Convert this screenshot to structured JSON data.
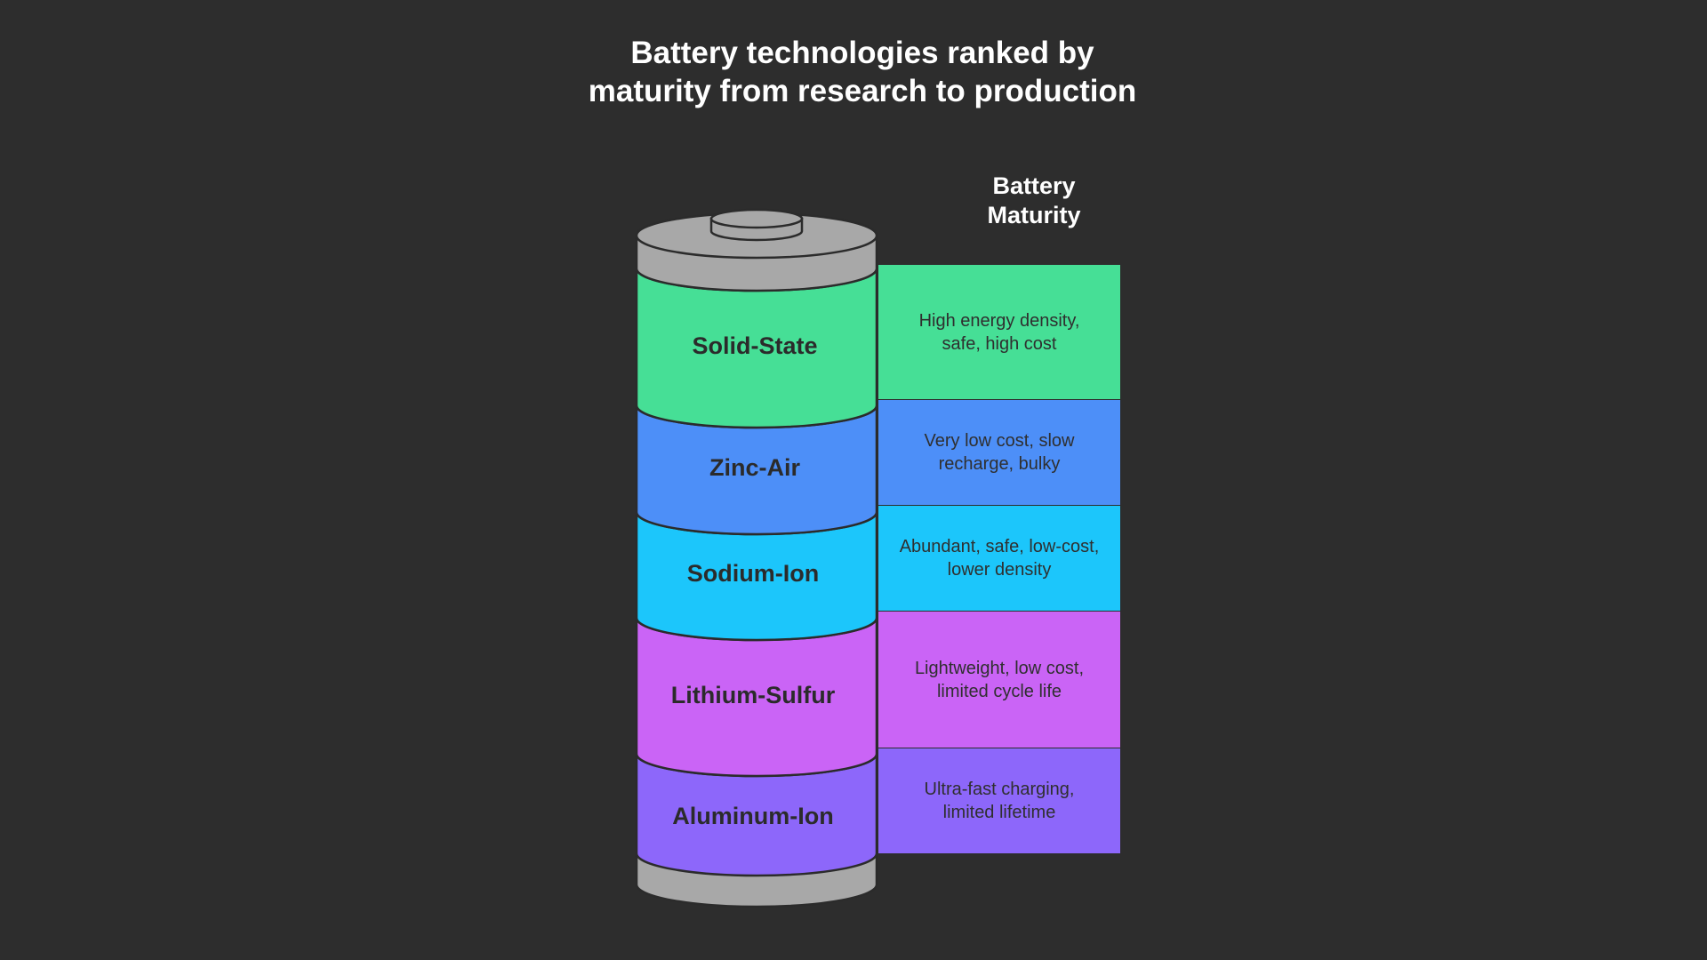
{
  "title": {
    "line1": "Battery technologies ranked by",
    "line2": "maturity from research to production"
  },
  "side_heading": {
    "line1": "Battery",
    "line2": "Maturity"
  },
  "segments": [
    {
      "name": "Solid-State",
      "description": "High energy density, safe, high cost",
      "color": "#46df96"
    },
    {
      "name": "Zinc-Air",
      "description": "Very low cost, slow recharge, bulky",
      "color": "#4d8ff8"
    },
    {
      "name": "Sodium-Ion",
      "description": "Abundant, safe, low-cost, lower density",
      "color": "#1cc6fb"
    },
    {
      "name": "Lithium-Sulfur",
      "description": "Lightweight, low cost, limited cycle life",
      "color": "#ca64f6"
    },
    {
      "name": "Aluminum-Ion",
      "description": "Ultra-fast charging, limited lifetime",
      "color": "#8d67fa"
    }
  ],
  "cap_color": "#a8a8a8",
  "background": "#2d2d2d"
}
